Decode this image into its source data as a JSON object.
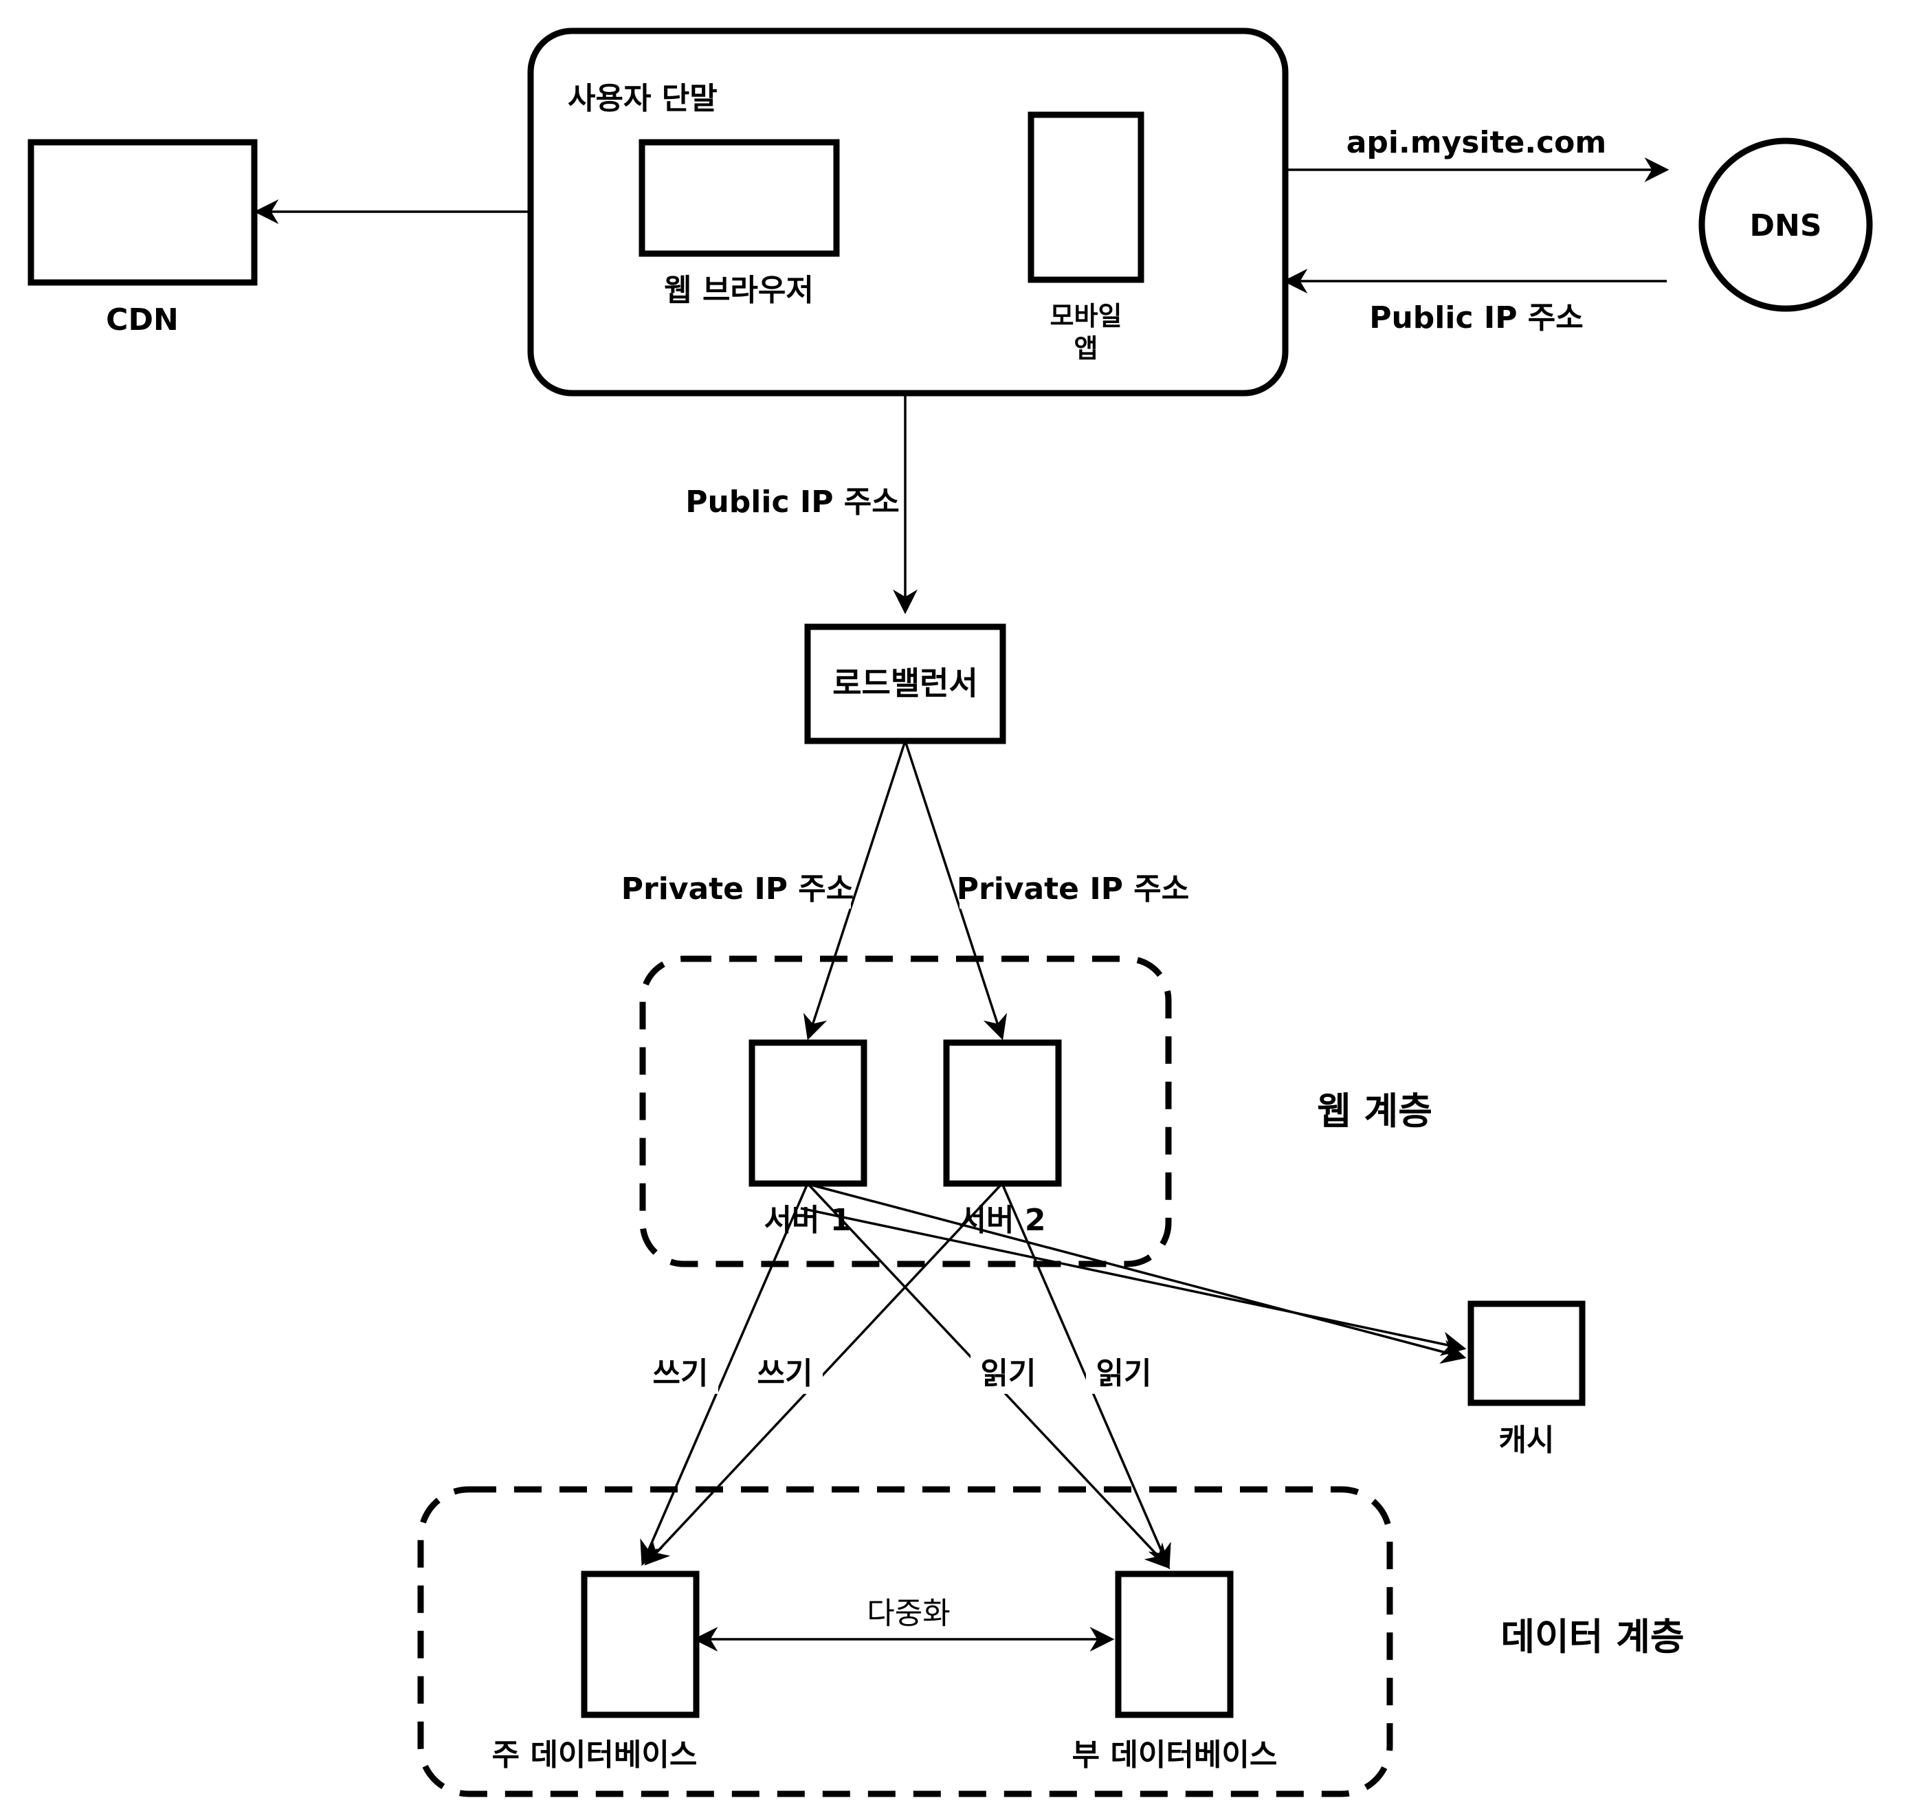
{
  "user_device": {
    "title": "사용자 단말",
    "web_browser": "웹 브라우저",
    "mobile_app_line1": "모바일",
    "mobile_app_line2": "앱"
  },
  "cdn": {
    "label": "CDN"
  },
  "dns": {
    "label": "DNS",
    "request": "api.mysite.com",
    "response": "Public IP 주소"
  },
  "edge_labels": {
    "public_ip": "Public IP 주소",
    "private_ip_left": "Private IP 주소",
    "private_ip_right": "Private IP 주소",
    "write_1": "쓰기",
    "write_2": "쓰기",
    "read_1": "읽기",
    "read_2": "읽기",
    "replication": "다중화"
  },
  "load_balancer": {
    "label": "로드밸런서"
  },
  "web_tier": {
    "label": "웹 계층",
    "server1": "서버 1",
    "server2": "서버 2"
  },
  "cache": {
    "label": "캐시"
  },
  "data_tier": {
    "label": "데이터 계층",
    "master_db": "주 데이터베이스",
    "slave_db": "부 데이터베이스"
  }
}
